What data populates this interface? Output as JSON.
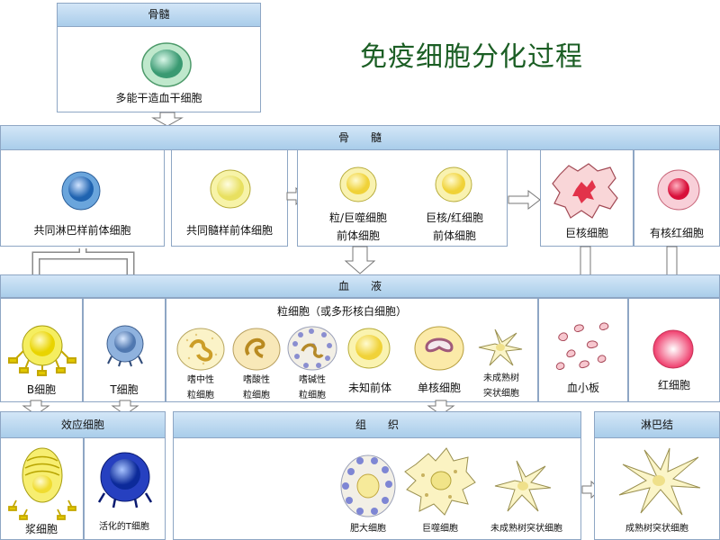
{
  "title": "免疫细胞分化过程",
  "top": {
    "header": "骨髓",
    "stem_cell": "多能干造血干细胞"
  },
  "bone_marrow": {
    "header": "骨　　髓",
    "common_lymphoid": "共同淋巴样前体细胞",
    "common_myeloid": "共同髓样前体细胞",
    "granulo_line1": "粒/巨噬细胞",
    "granulo_line2": "前体细胞",
    "mega_line1": "巨核/红细胞",
    "mega_line2": "前体细胞",
    "megakaryocyte": "巨核细胞",
    "nucleated_rbc": "有核红细胞"
  },
  "blood": {
    "header": "血　　液",
    "b_cell": "B细胞",
    "t_cell": "T细胞",
    "granulocyte_title": "粒细胞（或多形核白细胞）",
    "neutrophil_1": "嗜中性",
    "neutrophil_2": "粒细胞",
    "eosinophil_1": "嗜酸性",
    "eosinophil_2": "粒细胞",
    "basophil_1": "嗜碱性",
    "basophil_2": "粒细胞",
    "unknown_precursor": "未知前体",
    "monocyte": "单核细胞",
    "immature_dc_1": "未成熟树",
    "immature_dc_2": "突状细胞",
    "platelet": "血小板",
    "rbc": "红细胞"
  },
  "effector": {
    "header": "效应细胞",
    "plasma": "浆细胞",
    "activated_t": "活化的T细胞"
  },
  "tissue": {
    "header": "组　　织",
    "mast": "肥大细胞",
    "macrophage": "巨噬细胞",
    "immature_dc": "未成熟树突状细胞"
  },
  "lymph_node": {
    "header": "淋巴结",
    "mature_dc": "成熟树突状细胞"
  }
}
